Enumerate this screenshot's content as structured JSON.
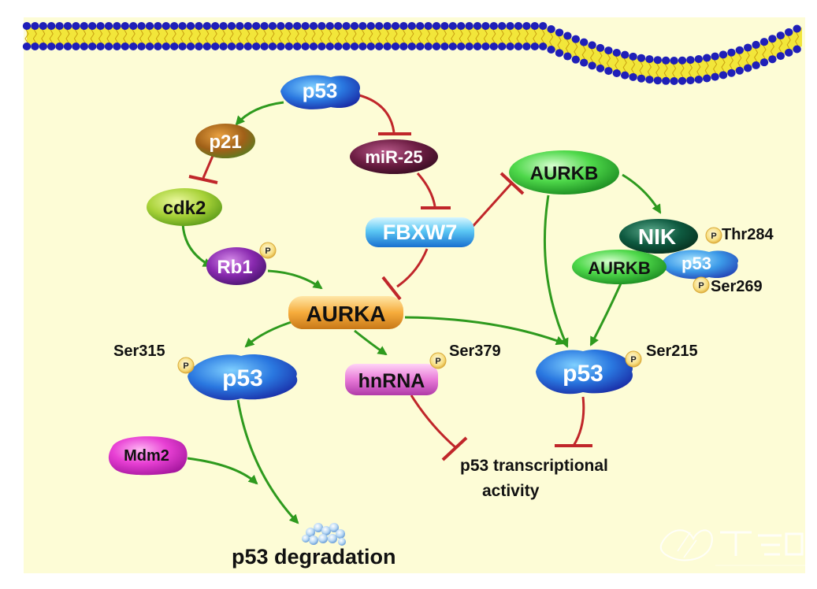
{
  "nodes": {
    "p53_top": "p53",
    "p21": "p21",
    "cdk2": "cdk2",
    "rb1": "Rb1",
    "mir25": "miR-25",
    "fbxw7": "FBXW7",
    "aurka": "AURKA",
    "aurkb_top": "AURKB",
    "nik": "NIK",
    "aurkb_complex": "AURKB",
    "p53_complex": "p53",
    "p53_left": "p53",
    "hnrna": "hnRNA",
    "p53_right": "p53",
    "mdm2": "Mdm2"
  },
  "phospho_label": "P",
  "sites": {
    "thr284": "Thr284",
    "ser269": "Ser269",
    "ser315": "Ser315",
    "ser379": "Ser379",
    "ser215": "Ser215"
  },
  "outcomes": {
    "transcription_line1": "p53 transcriptional",
    "transcription_line2": "activity",
    "degradation": "p53 degradation"
  },
  "colors": {
    "background": "#fdfcd6",
    "activation_arrow": "#2e9a1e",
    "inhibition_arrow": "#c0262a",
    "membrane_head": "#1f1fb8",
    "membrane_tail": "#f2e63a"
  }
}
